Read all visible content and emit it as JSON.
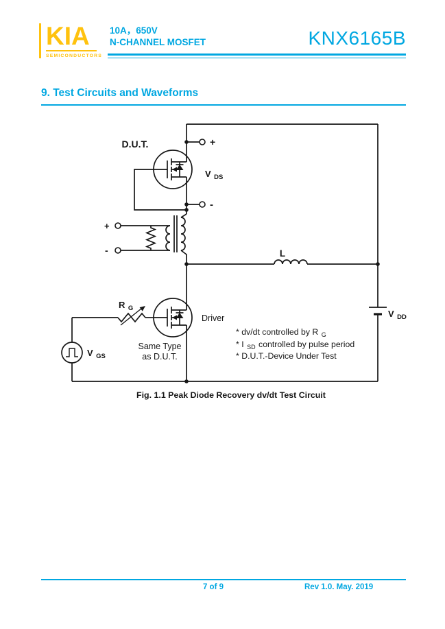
{
  "colors": {
    "accent": "#00A7E1",
    "brand_yellow": "#FFC20E",
    "ink": "#161616"
  },
  "header": {
    "brand": "KIA",
    "tagline": "SEMICONDUCTORS",
    "spec_line1": "10A，650V",
    "spec_line2": "N-CHANNEL MOSFET",
    "part_number": "KNX6165B"
  },
  "section": {
    "heading": "9.  Test Circuits and Waveforms"
  },
  "circuit": {
    "labels": {
      "dut": "D.U.T.",
      "plus": "+",
      "minus": "-",
      "vds_main": "V",
      "vds_sub": "DS",
      "l": "L",
      "driver": "Driver",
      "same_type_line1": "Same Type",
      "same_type_line2": "as D.U.T.",
      "rg_main": "R",
      "rg_sub": "G",
      "vgs_main": "V",
      "vgs_sub": "GS",
      "vdd_main": "V",
      "vdd_sub": "DD"
    },
    "notes": {
      "n1_pre": "* dv/dt controlled by R",
      "n1_sub": "G",
      "n2_pre": "* I",
      "n2_sub": "SD",
      "n2_post": " controlled by pulse period",
      "n3": "* D.U.T.-Device Under Test"
    },
    "caption": "Fig. 1.1 Peak Diode Recovery dv/dt Test Circuit"
  },
  "footer": {
    "page_number": "7 of 9",
    "revision": "Rev 1.0. May. 2019"
  }
}
